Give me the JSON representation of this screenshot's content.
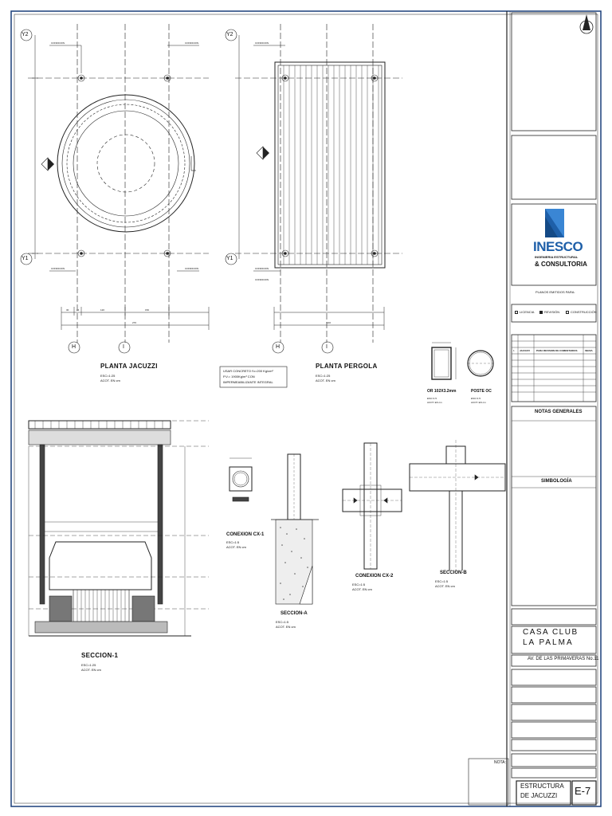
{
  "drawings": {
    "planta_jacuzzi": {
      "title": "PLANTA JACUZZI",
      "scale": "ESC=1:25",
      "units": "ACOT. EN cm"
    },
    "planta_pergola": {
      "title": "PLANTA PERGOLA",
      "scale": "ESC=1:25",
      "units": "ACOT. EN cm"
    },
    "seccion_1": {
      "title": "SECCION-1",
      "scale": "ESC=1:25",
      "units": "ACOT. EN cm"
    },
    "conexion_cx1": {
      "title": "CONEXION CX-1",
      "scale": "ESC=1:5",
      "units": "ACOT. EN cm"
    },
    "seccion_a": {
      "title": "SECCION-A",
      "scale": "ESC=1:5",
      "units": "ACOT. EN cm"
    },
    "conexion_cx2": {
      "title": "CONEXION CX-2",
      "scale": "ESC=1:5",
      "units": "ACOT. EN cm"
    },
    "seccion_b": {
      "title": "SECCION-B",
      "scale": "ESC=1:5",
      "units": "ACOT. EN cm"
    },
    "or_profile": {
      "title": "OR 102X3.2mm",
      "scale": "ESC=1:5",
      "units": "ACOT. EN cm"
    },
    "poste_oc": {
      "title": "POSTE OC",
      "scale": "ESC=1:5",
      "units": "ACOT. EN cm"
    }
  },
  "axes": {
    "y2": "Y2",
    "y1": "Y1",
    "h": "H",
    "i": "I"
  },
  "concrete_note": {
    "line1": "USAR CONCRETO f'c=200 Kg/cm²",
    "line2": "P.V.= 1900Kg/m³ CON",
    "line3": "IMPERMEABILIZANTE INTEGRAL"
  },
  "dims": {
    "d30": "30",
    "d24": "24",
    "d120": "120",
    "d150": "150",
    "d270": "270",
    "d140": "140"
  },
  "condicion": "CONDICION",
  "title_block": {
    "logo_top": "INESCO",
    "logo_sub1": "INGENIERIA ESTRUCTURAL",
    "logo_sub2": "& CONSULTORIA",
    "planos_emitidos": "PLANOS EMITIDOS PARA:",
    "opt_licencia": "LICENCIA",
    "opt_revision": "REVISIÓN",
    "opt_construccion": "CONSTRUCCIÓN",
    "revision_row": {
      "no": "1",
      "by": "JACUZZI",
      "desc": "PARA REVISION DE COMENTARIOS",
      "date": "09/22A"
    },
    "notas_generales": "NOTAS GENERALES",
    "simbologia": "SIMBOLOGÍA",
    "project_name_1": "CASA CLUB",
    "project_name_2": "LA PALMA",
    "address": "AV. DE LAS PRIMAVERAS No.11",
    "nota_title": "NOTA:",
    "sheet_title_1": "ESTRUCTURA",
    "sheet_title_2": "DE JACUZZI",
    "sheet_number": "E-7"
  }
}
